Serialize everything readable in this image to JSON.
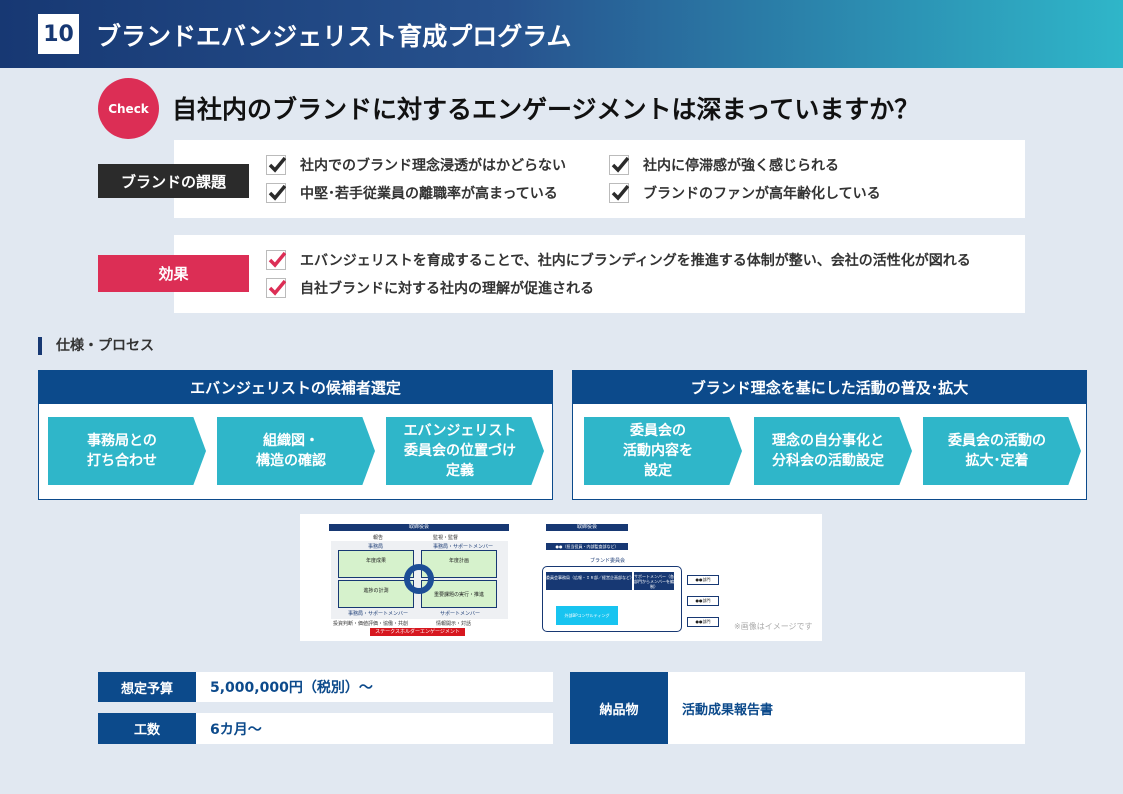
{
  "header": {
    "number": "10",
    "title": "ブランドエバンジェリスト育成プログラム"
  },
  "check": {
    "badge": "Check",
    "question": "自社内のブランドに対するエンゲージメントは深まっていますか？"
  },
  "issues": {
    "label": "ブランドの課題",
    "items": [
      "社内でのブランド理念浸透がはかどらない",
      "中堅･若手従業員の離職率が高まっている",
      "社内に停滞感が強く感じられる",
      "ブランドのファンが高年齢化している"
    ]
  },
  "effects": {
    "label": "効果",
    "items": [
      "エバンジェリストを育成することで、社内にブランディングを推進する体制が整い、会社の活性化が図れる",
      "自社ブランドに対する社内の理解が促進される"
    ]
  },
  "section_title": "仕様・プロセス",
  "process": [
    {
      "title": "エバンジェリストの候補者選定",
      "steps": [
        "事務局との\n打ち合わせ",
        "組織図・\n構造の確認",
        "エバンジェリスト\n委員会の位置づけ\n定義"
      ]
    },
    {
      "title": "ブランド理念を基にした活動の普及･拡大",
      "steps": [
        "委員会の\n活動内容を\n設定",
        "理念の自分事化と\n分科会の活動設定",
        "委員会の活動の\n拡大･定着"
      ]
    }
  ],
  "diagram": {
    "left": {
      "top": "取締役会",
      "report": "報告",
      "supervise": "監視・監督",
      "sec1": "事務局",
      "sec2": "事務局・サポートメンバー",
      "sec3": "事務局・サポートメンバー",
      "sec4": "サポートメンバー",
      "cells": [
        "年度成果",
        "年度計画",
        "進捗の計測",
        "重要課題の実行・推進"
      ],
      "bottom_left": "投資判断・価値評価・協働・共創",
      "bottom_right": "情報開示・対話",
      "stakeholder": "ステークスホルダーエンゲージメント"
    },
    "right": {
      "top": "取締役会",
      "officer": "●●（担当役員・内部監査部など）",
      "committee": "ブランド委員会",
      "office": "委員会事務局（広報・ＩＲ部／経営企画部など）",
      "support": "サポートメンバー（各部門からメンバーを編制）",
      "consult": "外部BPコンサルティング",
      "depts": [
        "●●部門",
        "●●部門",
        "●●部門"
      ]
    },
    "note": "※画像はイメージです"
  },
  "specs": {
    "budget_label": "想定予算",
    "budget": "5,000,000円（税別）～",
    "effort_label": "工数",
    "effort": "6カ月～",
    "deliverable_label": "納品物",
    "deliverable": "活動成果報告書"
  },
  "colors": {
    "navy": "#0c4a8b",
    "red": "#dc2e55",
    "cyan": "#2fb6c9"
  }
}
